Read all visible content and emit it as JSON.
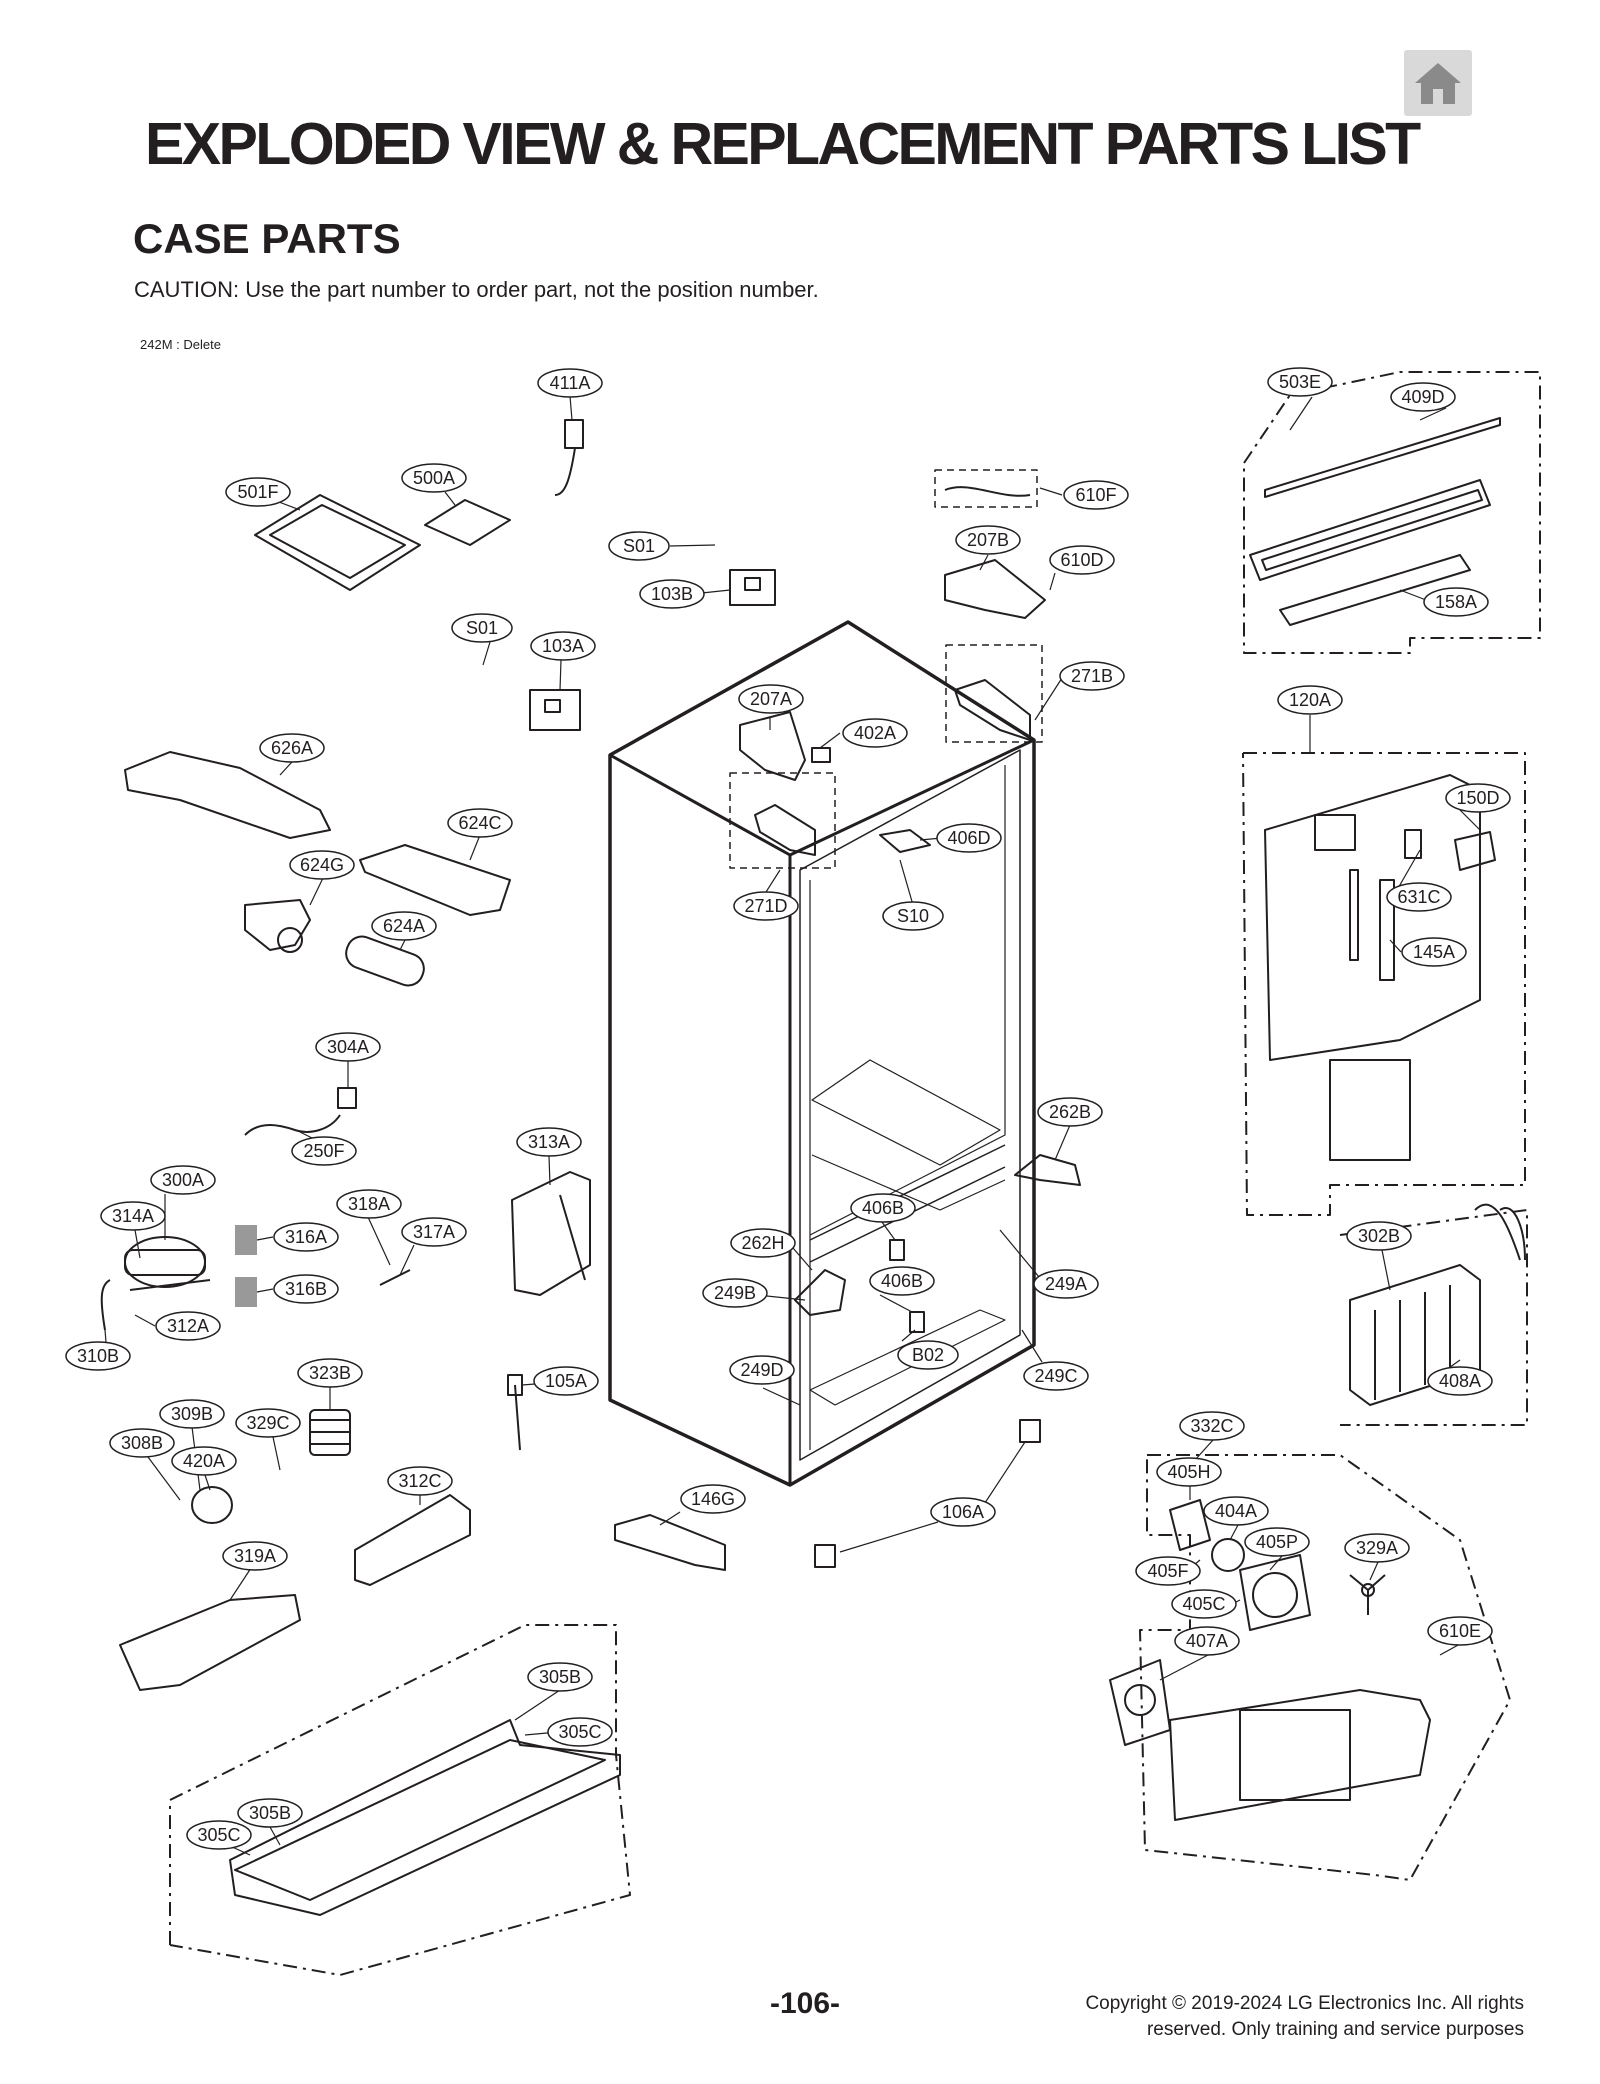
{
  "page": {
    "title": "EXPLODED VIEW & REPLACEMENT PARTS LIST",
    "section": "CASE PARTS",
    "caution": "CAUTION: Use the part number to order part, not the position number.",
    "note": "242M : Delete",
    "page_number": "-106-",
    "copyright_line1": "Copyright © 2019-2024 LG Electronics Inc.  All  rights",
    "copyright_line2": "reserved. Only training and service purposes"
  },
  "home_button": {
    "icon": "home-icon"
  },
  "callouts": {
    "c411A": "411A",
    "c501F": "501F",
    "c500A": "500A",
    "cS01a": "S01",
    "c103B": "103B",
    "cS01b": "S01",
    "c103A": "103A",
    "c610F": "610F",
    "c207B": "207B",
    "c610D": "610D",
    "c271B": "271B",
    "c207A": "207A",
    "c402A": "402A",
    "c406D": "406D",
    "c271D": "271D",
    "cS10": "S10",
    "c503E": "503E",
    "c409D": "409D",
    "c158A": "158A",
    "c120A": "120A",
    "c150D": "150D",
    "c631C": "631C",
    "c145A": "145A",
    "c626A": "626A",
    "c624C": "624C",
    "c624G": "624G",
    "c624A": "624A",
    "c304A": "304A",
    "c250F": "250F",
    "c313A": "313A",
    "c262B": "262B",
    "c300A": "300A",
    "c314A": "314A",
    "c316A": "316A",
    "c316B": "316B",
    "c318A": "318A",
    "c317A": "317A",
    "c312A": "312A",
    "c310B": "310B",
    "c406B1": "406B",
    "c262H": "262H",
    "c249B": "249B",
    "c406B2": "406B",
    "c249A": "249A",
    "cB02": "B02",
    "c249D": "249D",
    "c249C": "249C",
    "c302B": "302B",
    "c408A": "408A",
    "c323B": "323B",
    "c105A": "105A",
    "c309B": "309B",
    "c329C": "329C",
    "c308B": "308B",
    "c420A": "420A",
    "c312C": "312C",
    "c146G": "146G",
    "c106A": "106A",
    "c332C": "332C",
    "c405H": "405H",
    "c404A": "404A",
    "c405P": "405P",
    "c329A": "329A",
    "c405F": "405F",
    "c405C": "405C",
    "c407A": "407A",
    "c610E": "610E",
    "c319A": "319A",
    "c305B1": "305B",
    "c305C1": "305C",
    "c305B2": "305B",
    "c305C2": "305C"
  }
}
